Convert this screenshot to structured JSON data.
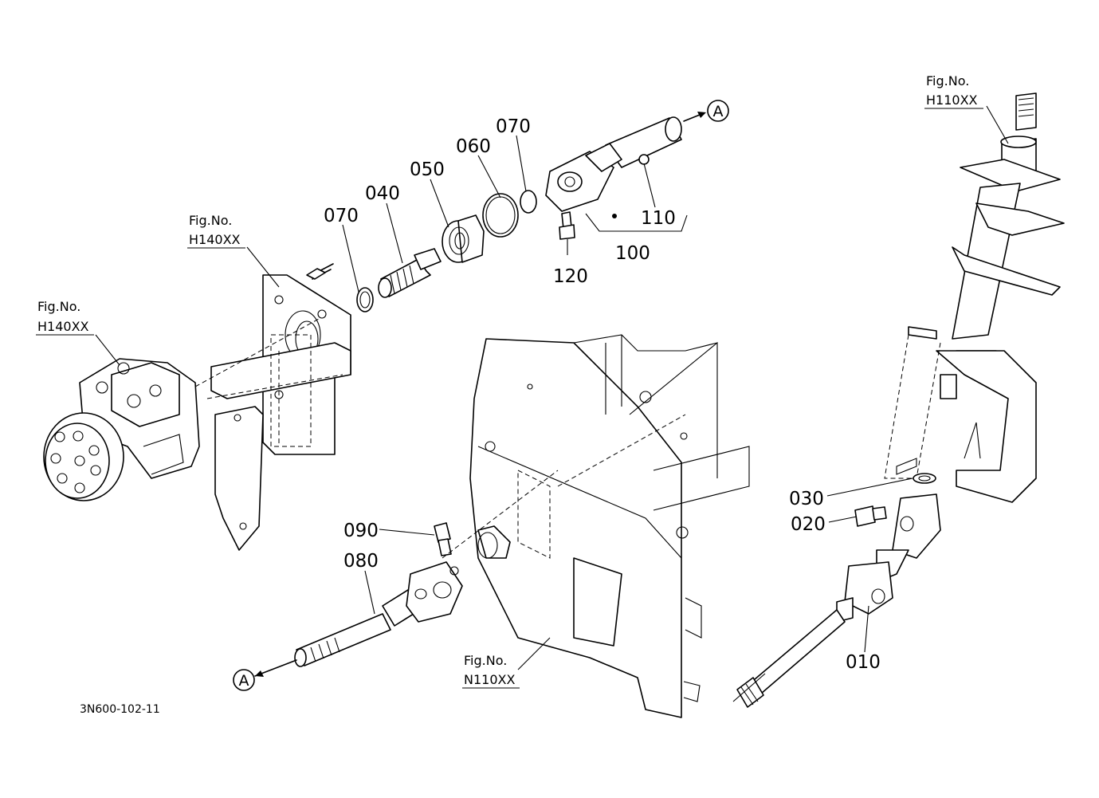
{
  "parts": {
    "p010": "010",
    "p020": "020",
    "p030": "030",
    "p040": "040",
    "p050": "050",
    "p060": "060",
    "p070a": "070",
    "p070b": "070",
    "p080": "080",
    "p090": "090",
    "p100": "100",
    "p110": "110",
    "p120": "120"
  },
  "figure_refs": {
    "steering_unit_label": "Fig.No.",
    "steering_unit_code": "H140XX",
    "bracket_label": "Fig.No.",
    "bracket_code": "H140XX",
    "column_label": "Fig.No.",
    "column_code": "H110XX",
    "frame_label": "Fig.No.",
    "frame_code": "N110XX"
  },
  "connectors": {
    "top": "A",
    "bottom": "A"
  },
  "drawing_code": "3N600-102-11"
}
